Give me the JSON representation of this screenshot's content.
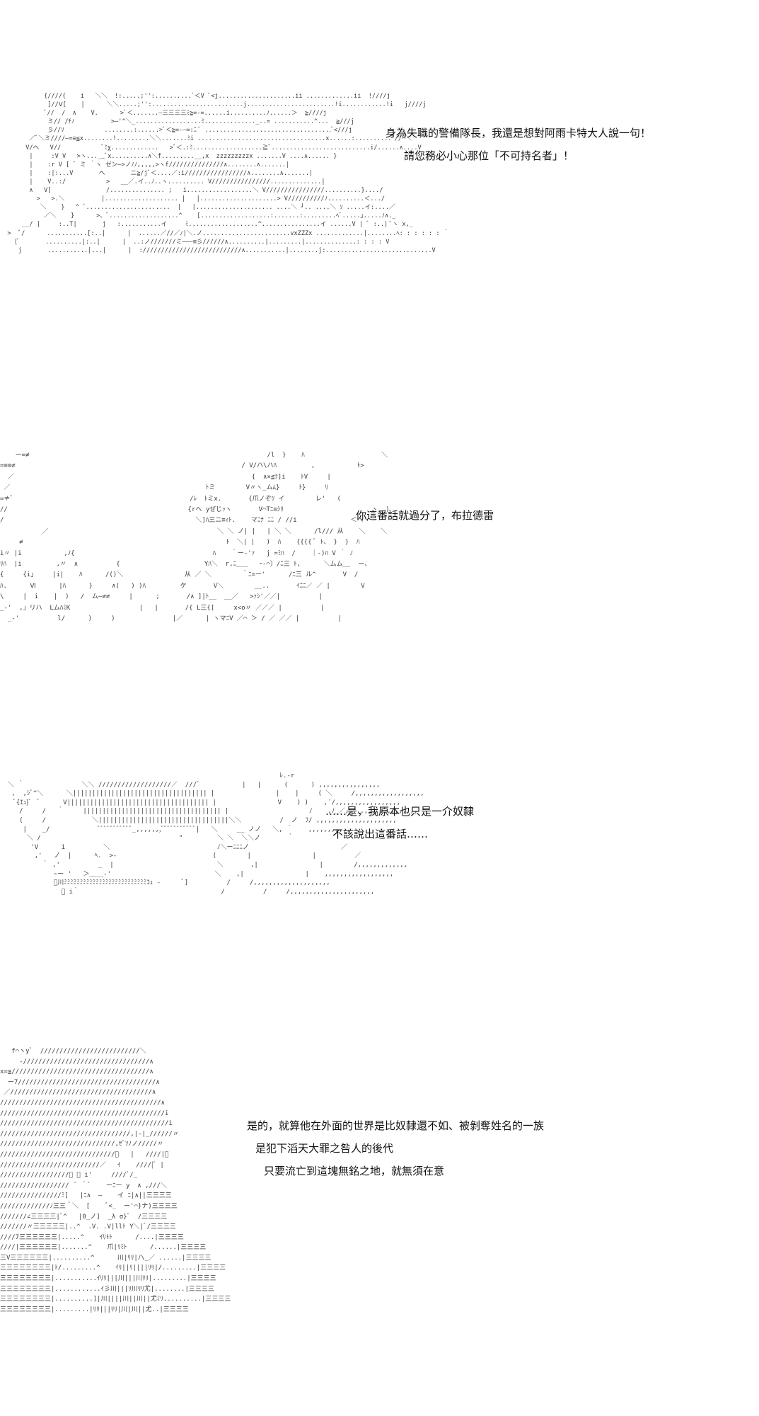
{
  "panels": [
    {
      "art": "            {////{    i   ＼＼  !:.....;'':..........ﾞ＜V ﾞ<j.....................ii .............ii  !////j\n             ]//Ⅴ[    |      ＼＼.....;'':.........................j........................!i............!i   j////j\n            ﾞ//  /  ∧    V.      >ﾞ＜.......―三三三三ﾐ≧=-=......i..........ﾉ......＞  ≧////j\n             ミ// /ﾁﾉ          >―'^＼_..................ﾐ.............._..= ...........^...  ≧///j\n             彡//ｿ           ........:......>ﾞ＜≧=-―=:ﾆ ﾞ ...................................ﾞ<///j\n        ／ﾞ＼ミ////―=≡≦x........!.........＼＼.......ﾐi ...................................x......:..........ﾞ//⌒＼\n       V/ヘ   V//           ﾞﾐχ.............   >ﾞ＜.:ﾐ...................≧ﾞ...........................i/......∧....V\n        |     :V V   >ヽ...__ﾞx..........∧＼f.........__,x  zzzzzzzzzx .......V ....∧...... }\n        |    :r V [ ﾞ ミ ｀ヽ ゼン―>ノﾉﾉ,,,,,>ヽf///////////////∧........∧.......|\n        |    :|:...V       ヘ       ニ≧/jﾞ＜....／:i/////////////////∧........∧.......|\n        |    V..:/           >   __／.イ..ﾉ..ヽ.......... V////////////////..............|\n        ∧   V[               /............... ;   i..................＼ V////////////////..........}..../\n          >   >.＼          |.................... |   |.....................> V//////////ﾉ..........＜.../\n           ＼    }   ^ ﾞ.......................  |   |..................... ....＼ ┘.. ....＼ ｿ .....イ:....／\n            ／＼    }      >、ﾞ...................^    [...................:.......:.........ﾍﾞ.....｣.....ﾉ∧._\n      __/ |     :..T|       j   :...........イ     ﾐ...................^................イ ......V | ﾞ :..| ﾞヽ x,_\n  >  ﾞ/      ...........[:..|      |  ......／//／ﾉ|＼.ノ........................vxZZZx .............|........ﾍ: : : : : : ｀\n    {ﾞ       ..........|:..|      |  ..:ノ///////ミ―――≡彡//////∧..........|.........|..............: : : : V\n     j       ...........|...|      |  :///////////////////////////∧...........|........j:.............................V",
      "lines": [
        "身為失職的警備隊長，我還是想對阿雨卡特大人說一句！",
        "請您務必小心那位「不可持名者」！"
      ]
    },
    {
      "art": "    ー=≠                                                              /l  }    ﾊ                    ＼\n=≡≡≠                                                           / V/ハ\\ハﾊ         ,           ﾄ>\n  ／                                                              {  ∧×≦ﾂ]i    ﾄV     |\n ／                                                   ﾄミ        V〃ヽ_ムﾑ}     ﾄ}     ﾘ\n=≠ﾞ                                              /ﾚ  ﾄミx.       {爪ノぞﾂ イ        レ'   (\n//                                               {rヘ yぜじｯヽ       V⌒Tﾆ≡ｼﾘ                       ヽ._)\n/                                                  ＼]ﾊ三ニ≡ｨﾄ.    マﾆﾅ ﾆﾆ / //i              ＜ヘヽ\n           ／                                            ＼ ＼ ノ| |   | ＼ ＼      /l/// 从    ＼    ＼\n     ≠                                                     ﾄ  ＼| |   )  ﾊ    {{{{ ﾞ ﾄ、 }  }  ﾊ\ni〃 |i           ,ﾉ{                                    ﾊ    ｀ー-'ｧ   j =ﾐﾊ  /    ｜-)ﾊ V ｀ ﾉ\nﾘﾊ  |i         ,〃  ∧          {                      Yﾊ＼  r,ﾆ___   ｰ-⌒〕/ﾆ三 ﾄ,      ＼ムム__  ー、\n{     {i」    |i|    ﾊ      /()＼                从 ／ ＼        ｀ﾆ=ー'      /ﾆ三 ル^       V  /\nﾊ.      Ⅵ      |ﾊ      }     ∧(   ) )ﾊ         ケ       V＼        __..       ｲﾆﾆ／ ／ |        V\n\\     |  i    |  )   /  ム―≠≠     |      ;       /∧ ]|ﾄ__  __／   >ｧｼ'／／|          |\n_-'  ,」リハ  LムﾊﾐK                  |   |       /{ L三{[     x<o〃 ／／／ |          |\n  _-'          l/      )     )               |／      | ヽマﾆV ／⌒ ＞ / ／ ／／ |          |",
      "lines": [
        "你這番話就過分了，布拉德雷"
      ]
    },
    {
      "art": "                                                                         ﾚ.-r\n  ＼ ｀               ＼＼ ///////////////////／  ///ﾞ           |   |      (      ) ,,,,,,,,,,,,,,,,\n   ,  ,ｼﾞ^＼      ＼||||||||||||||||||||||||||||||||||| |                |    |     ( ＼     /,,,,,,,,,,,,,,,,,,\n    ﾞ{ｴｭ}ﾞ  ﾞ      V||||||||||||||||||||||||||||||||||||| |                V    ) )    ,´/,,,,,,,,,,,,,,,,,\n     /     /   ｀     |||||||||||||||||||||||||||||||||||| |                     ﾉ    ,ﾉ_／,,,,,,,,,,,,,,,,,,,\n     (     /            ＼||||||||||||||||||||||||||||||||||＼＼          /  ノ  ﾌ/ ,,,,,,,,,,,,,,,,,,,,,\n      |    _/             ﾞﾞﾞﾞﾞﾞﾞﾞﾞﾞﾞ_,,,,,,,ﾞﾞﾞﾞﾞﾞﾞﾞﾞﾞﾞ|   ＼     __ ノノ   ＼, ｀    ,,,,,,,,,,,\n       ＼ /                                    \"         ＼ ＼  ＼＼ノ       ｀\n        'V      i          ＼                            ﾉ＼ーﾆﾆﾆノ                        ／\n         ,'   ノ  |      ﾍ.  >-                         (        |                |          ／\n           ｀ ,'          _  |                           ＼       ,|                |        /,,,,,,,,,,,,,\n              ~ー '   ＞＿__-'                           ＼    ,|                |    ,,,,,,,,,,,,,,,,,,\n              ﾞ川ﾐﾐﾐﾐﾐﾐﾐﾐﾐﾐﾐﾐﾐﾐﾐﾐﾐﾐﾐﾐﾐﾐﾐﾐﾐﾐｺｭ -      ﾞ]          /     /,,,,,,,,,,,,,,,,,,,,\n                ﾞ i｀                                     /          /     /,,,,,,,,,,,,,,,,,,,,,,",
      "lines": [
        "……是，我原本也只是一介奴隸",
        "不該說出這番話……"
      ]
    },
    {
      "art": "   f⌒ヽyﾞ  //////////////////////////＼\n     -/////////////////////////////////∧\nx=≦////////////////////////////////////∧\n  ー7////////////////////////////////////∧\n ／/////////////////////////////////////∧\n//////////////////////////////////////////∧\n///////////////////////////////////////////i\n////////////////////////////////////////////i\n//////////////////////////////////,|-|_//////〃\n//////////////////////////////,ｾﾞｿﾉノ/////〃\n//////////////////////////////ﾞ   |   ////|ﾞ\n//////////////////////////／   ｲ    ////|ﾞ |\n//////////////////ﾞ ﾞ i'     ////ﾞ/_\n//////////////////  ﾞ ｀ﾞ    ーﾆー y  ∧ ,///＼\n////////////////ﾐ[   |ﾆ∧  ―    イ ﾆ|∧||三三三三\n/////////////ﾉ三三＾＼  [    ﾞ<_  ー'⌒}ナ)三三三三\n///////∠三三三三|ﾞ^   |0_ノ]  _λ σ}ﾞ  /三三三三\n///////〃三三三三三|..^  .V. .V|llﾄ Y＼|ﾞ/三三三三\n////7三三三三三三|.....^    ｲﾘﾄﾄ      /....|三三三三\n////|三三三三三三|.......^    爪|ﾘﾐﾄ      /......|三三三三\n三V三三三三三三|..........^      川|ﾘﾘ|ﾉ\\_／ ......|三三三三\n三三三三三三三三|ﾄ/.........^    ｲﾘ||ﾘ||||ﾘﾘ|/.........|三三三三\n三三三三三三三三|...........ｲﾘﾘ|||川|||川ﾘﾘ|.........|三三三三\n三三三三三三三三|............ｲ彡川|||ﾘ川ﾘﾘ尤|........|三三三三\n三三三三三三三三|..........]|川||||川||川||尤ﾐﾘ..........|三三三三\n三三三三三三三三|.........|ﾘﾘ|||ﾘﾘ|川|川||尤..|三三三三",
      "lines": [
        "是的，就算他在外面的世界是比奴隸還不如、被剝奪姓名的一族",
        "是犯下滔天大罪之咎人的後代",
        "只要流亡到這塊無銘之地，就無須在意"
      ]
    }
  ]
}
